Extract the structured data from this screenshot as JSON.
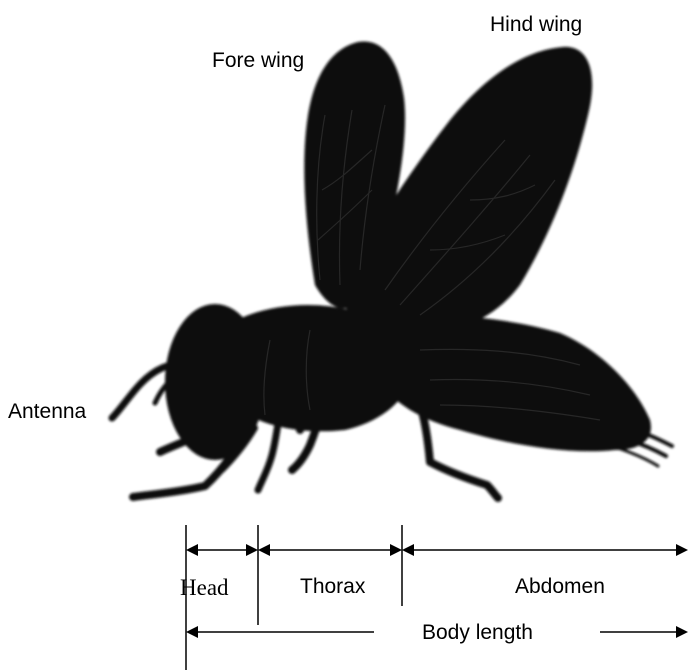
{
  "diagram": {
    "labels": {
      "fore_wing": "Fore wing",
      "hind_wing": "Hind wing",
      "antenna": "Antenna",
      "head": "Head",
      "thorax": "Thorax",
      "abdomen": "Abdomen",
      "body_length": "Body length"
    },
    "colors": {
      "silhouette": "#111111",
      "vein": "#2c2c2c",
      "line": "#000000"
    },
    "icon": "insect-silhouette"
  }
}
